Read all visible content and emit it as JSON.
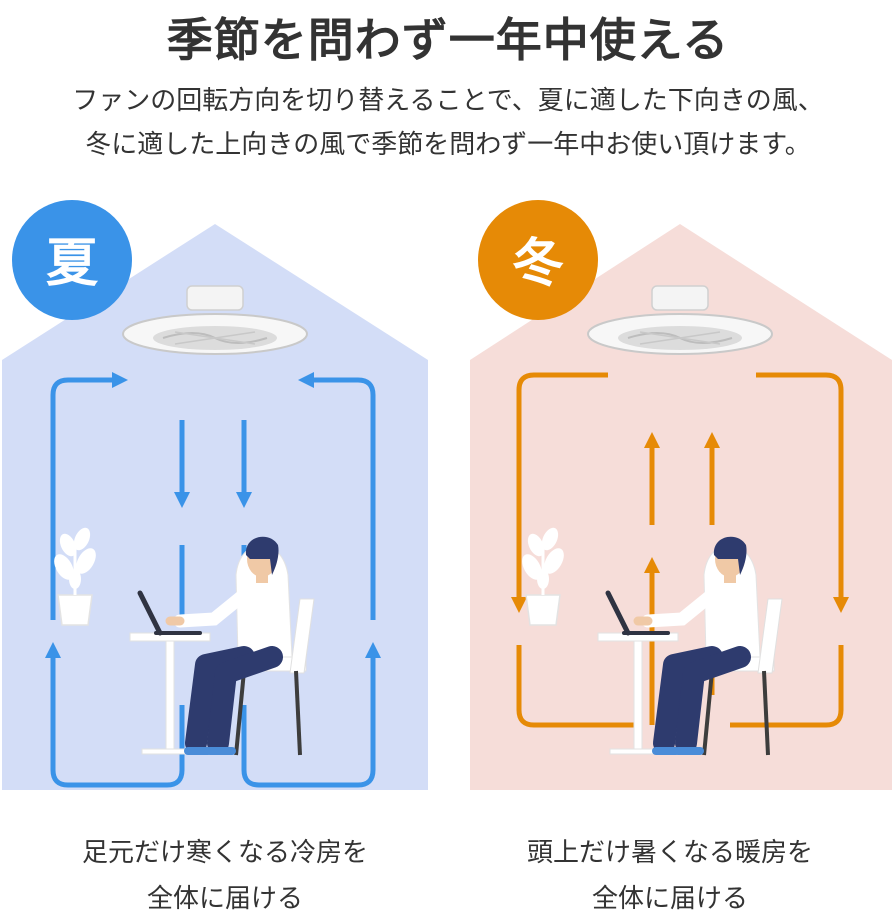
{
  "header": {
    "title": "季節を問わず一年中使える",
    "description_line1": "ファンの回転方向を切り替えることで、夏に適した下向きの風、",
    "description_line2": "冬に適した上向きの風で季節を問わず一年中お使い頂けます。"
  },
  "summer": {
    "badge_label": "夏",
    "badge_color": "#3a93e8",
    "house_color": "#d3ddf7",
    "arrow_color": "#3a93e8",
    "caption_line1": "足元だけ寒くなる冷房を",
    "caption_line2": "全体に届ける"
  },
  "winter": {
    "badge_label": "冬",
    "badge_color": "#e68a06",
    "house_color": "#f6ddd9",
    "arrow_color": "#e68a06",
    "caption_line1": "頭上だけ暑くなる暖房を",
    "caption_line2": "全体に届ける"
  },
  "icons": {
    "fan": "ceiling-fan-icon",
    "person": "person-at-laptop-icon",
    "plant": "potted-plant-icon"
  }
}
